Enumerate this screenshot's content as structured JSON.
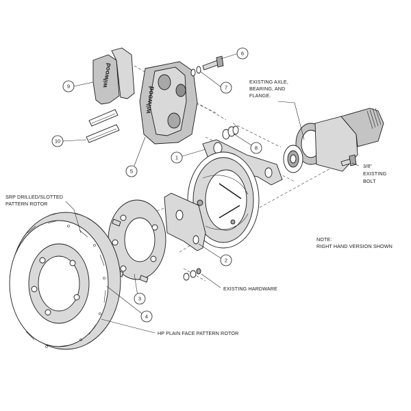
{
  "labels": {
    "existing_axle_line1": "EXISTING AXLE,",
    "existing_axle_line2": "BEARING, AND",
    "existing_axle_line3": "FLANGE.",
    "bolt_line1": "3/8\"",
    "bolt_line2": "EXISTING",
    "bolt_line3": "BOLT",
    "note_line1": "NOTE:",
    "note_line2": "RIGHT HAND VERSION SHOWN",
    "srp_line1": "SRP DRILLED/SLOTTED",
    "srp_line2": "PATTERN ROTOR",
    "existing_hardware": "EXISTING HARDWARE",
    "hp_rotor": "HP PLAIN FACE PATTERN ROTOR"
  },
  "callouts": [
    "1",
    "2",
    "3",
    "4",
    "5",
    "6",
    "7",
    "8",
    "9",
    "10"
  ],
  "brand": "wilwood",
  "colors": {
    "line": "#1a1a1a",
    "part_fill_light": "#d9d9d9",
    "part_fill_mid": "#c4c4c4",
    "part_fill_dark": "#a8a8a8",
    "background": "#ffffff"
  }
}
